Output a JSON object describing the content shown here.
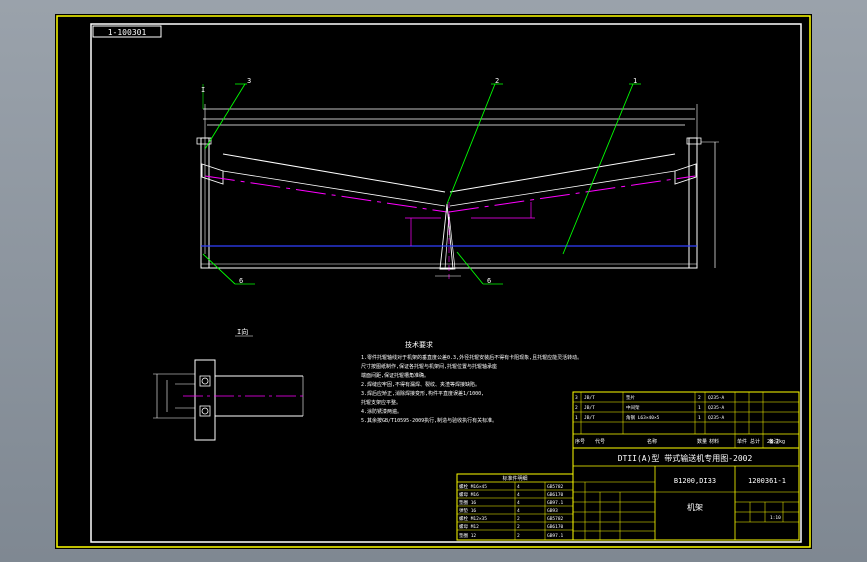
{
  "drawing": {
    "code_box": "1-100301",
    "detail_label": "I向",
    "view_marker": "I",
    "balloons": [
      "3",
      "2",
      "1",
      "6",
      "6"
    ]
  },
  "technical_requirements": {
    "title": "技术要求",
    "lines": [
      "1.零件托辊轴线对于机架的垂直度公差0.3,外径托辊安装后不得有卡阻现象,且托辊应能灵活转动。",
      "  尺寸按图纸制作,保证各托辊与机架间,托辊位置与托辊轴承座",
      "  端面间距,保证托辊槽角准确。",
      "2.焊缝应牢固,不得有漏焊、裂纹、夹渣等焊接缺陷。",
      "3.焊后应矫正,消除焊接变形,构件平直度误差1/1000,",
      "  托辊支架应平整。",
      "4.涂防锈漆两遍。",
      "5.其余按GB/T10595-2009执行,制造与验收执行有关标准。"
    ]
  },
  "title_block": {
    "main_title": "DTII(A)型 带式输送机专用图-2002",
    "drawing_no": "1200361-1",
    "spec": "B1200,DI33",
    "part_name": "机架",
    "weight": "28.2kg",
    "scale": "1:10",
    "headers": [
      "序号",
      "代号",
      "名称",
      "数量",
      "材料",
      "单件",
      "总计",
      "备注"
    ],
    "rows": [
      [
        "3",
        "JB/T",
        "垫片",
        "2",
        "Q235-A",
        "",
        "",
        ""
      ],
      [
        "2",
        "JB/T",
        "中间架",
        "1",
        "Q235-A",
        "",
        "",
        ""
      ],
      [
        "1",
        "JB/T",
        "角钢 L63×40×5",
        "1",
        "Q235-A",
        "",
        "",
        ""
      ]
    ]
  },
  "left_table": {
    "title": "标准件明细",
    "rows": [
      [
        "螺栓 M16×45",
        "4",
        "GB5782"
      ],
      [
        "螺母 M16",
        "4",
        "GB6170"
      ],
      [
        "垫圈 16",
        "4",
        "GB97.1"
      ],
      [
        "弹垫 16",
        "4",
        "GB93"
      ],
      [
        "螺栓 M12×35",
        "2",
        "GB5782"
      ],
      [
        "螺母 M12",
        "2",
        "GB6170"
      ],
      [
        "垫圈 12",
        "2",
        "GB97.1"
      ]
    ]
  },
  "colors": {
    "frame": "#ffff00",
    "line": "#ffffff",
    "leader": "#00ff00",
    "center": "#ff00ff",
    "belt": "#3040ff",
    "dim": "#ff00ff"
  }
}
